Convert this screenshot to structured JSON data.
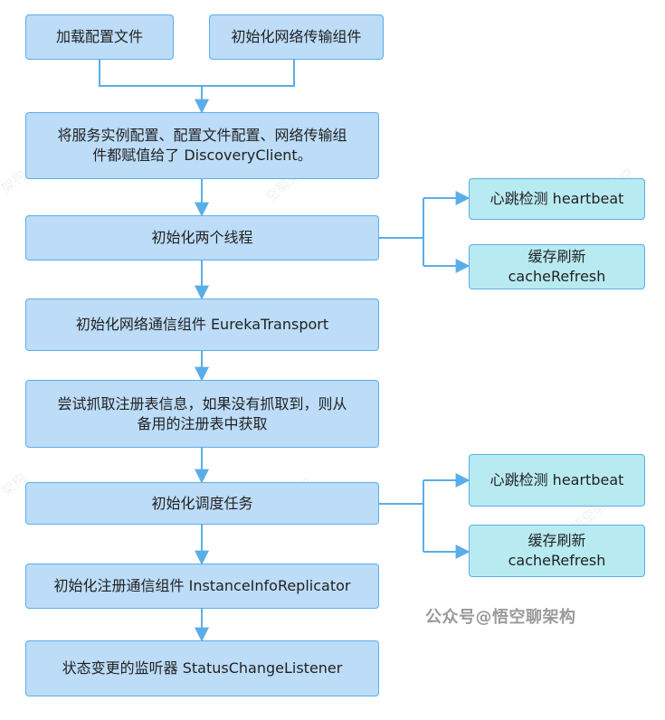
{
  "flow": {
    "load_config": "加载配置文件",
    "init_network": "初始化网络传输组件",
    "assign_discovery_line1": "将服务实例配置、配置文件配置、网络传输组",
    "assign_discovery_line2": "件都赋值给了 DiscoveryClient。",
    "init_two_threads": "初始化两个线程",
    "init_eureka_transport": "初始化网络通信组件 EurekaTransport",
    "fetch_registry_line1": "尝试抓取注册表信息，如果没有抓取到，则从",
    "fetch_registry_line2": "备用的注册表中获取",
    "init_schedule": "初始化调度任务",
    "init_replicator": "初始化注册通信组件 InstanceInfoReplicator",
    "status_listener": "状态变更的监听器 StatusChangeListener"
  },
  "threads_group_1": {
    "heartbeat": "心跳检测 heartbeat",
    "cache_line1": "缓存刷新",
    "cache_line2": "cacheRefresh"
  },
  "threads_group_2": {
    "heartbeat": "心跳检测 heartbeat",
    "cache_line1": "缓存刷新",
    "cache_line2": "cacheRefresh"
  },
  "watermark": "公众号@悟空聊架构",
  "colors": {
    "main_box_fill": "#bcdcf7",
    "side_box_fill": "#b8eaf1",
    "border": "#5aaee8",
    "connector": "#5aaee8"
  }
}
